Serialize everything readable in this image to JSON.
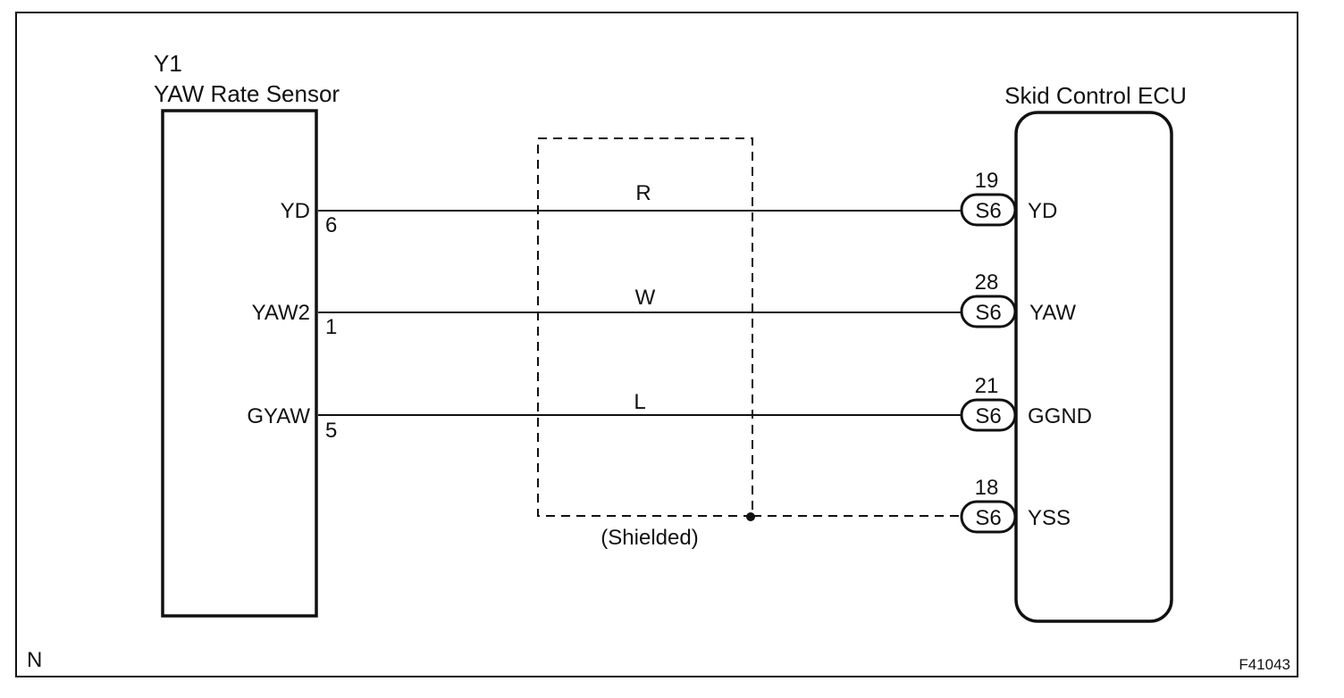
{
  "sensor": {
    "code": "Y1",
    "name": "YAW Rate Sensor",
    "pins": [
      {
        "signal": "YD",
        "pin": "6"
      },
      {
        "signal": "YAW2",
        "pin": "1"
      },
      {
        "signal": "GYAW",
        "pin": "5"
      }
    ]
  },
  "ecu": {
    "name": "Skid Control ECU",
    "connector": "S6",
    "pins": [
      {
        "pin": "19",
        "signal": "YD"
      },
      {
        "pin": "28",
        "signal": "YAW"
      },
      {
        "pin": "21",
        "signal": "GGND"
      },
      {
        "pin": "18",
        "signal": "YSS"
      }
    ]
  },
  "wires": [
    {
      "color_code": "R"
    },
    {
      "color_code": "W"
    },
    {
      "color_code": "L"
    }
  ],
  "shield": {
    "label": "(Shielded)"
  },
  "footer": {
    "left_mark": "N",
    "figure_id": "F41043"
  }
}
